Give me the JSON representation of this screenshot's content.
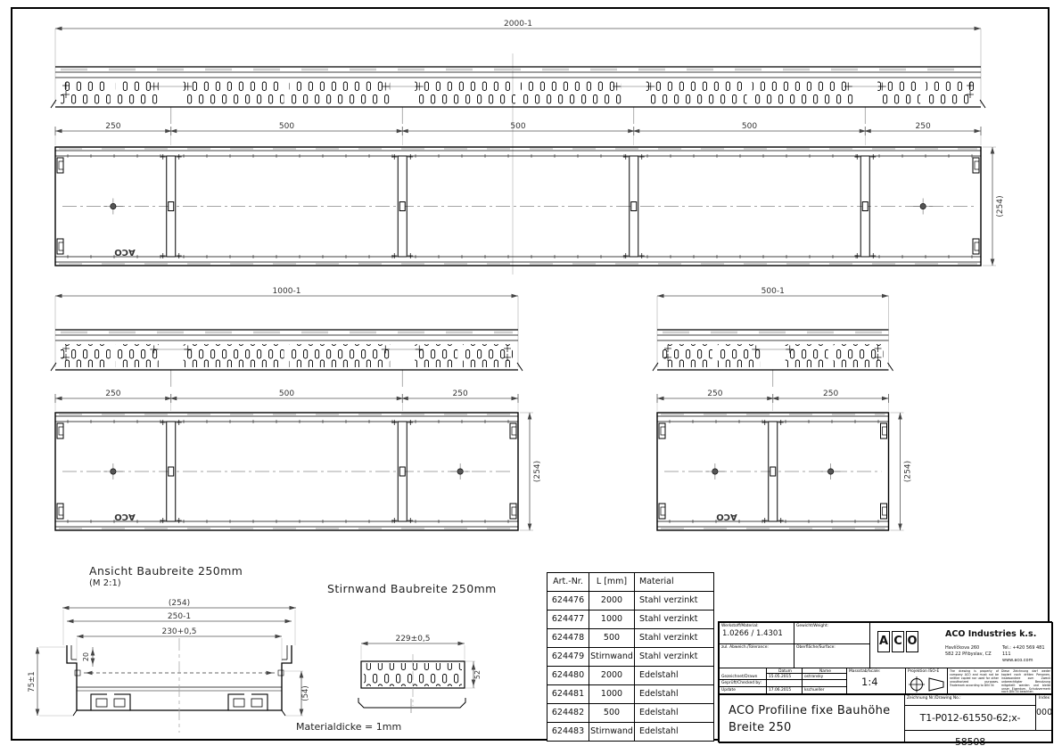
{
  "colors": {
    "line": "#000000",
    "dim": "#555555",
    "fold_mark": "#cccccc"
  },
  "views": [
    {
      "id": "top-2000",
      "type": "top",
      "length_label": "2000-1"
    },
    {
      "id": "plan-2000",
      "type": "plan",
      "segment_labels": [
        "250",
        "500",
        "500",
        "500",
        "250"
      ],
      "height_label": "(254)",
      "logo": "ACO"
    },
    {
      "id": "top-1000",
      "type": "top",
      "length_label": "1000-1"
    },
    {
      "id": "plan-1000",
      "type": "plan",
      "segment_labels": [
        "250",
        "500",
        "250"
      ],
      "height_label": "(254)",
      "logo": "ACO"
    },
    {
      "id": "top-500",
      "type": "top",
      "length_label": "500-1"
    },
    {
      "id": "plan-500",
      "type": "plan",
      "segment_labels": [
        "250",
        "250"
      ],
      "height_label": "(254)",
      "logo": "ACO"
    }
  ],
  "cross_section": {
    "title": "Ansicht Baubreite 250mm",
    "subtitle": "(M 2:1)",
    "dim_outer": "(254)",
    "dim_width": "250-1",
    "dim_inner": "230+0,5",
    "dim_height": "75±1",
    "dim_lip": "20",
    "dim_side": "(54)"
  },
  "stirnwand": {
    "title": "Stirnwand Baubreite 250mm",
    "dim_width": "229±0,5",
    "dim_height": "52",
    "note": "Materialdicke = 1mm"
  },
  "parts_table": {
    "headers": [
      "Art.-Nr.",
      "L [mm]",
      "Material"
    ],
    "rows": [
      [
        "624476",
        "2000",
        "Stahl verzinkt"
      ],
      [
        "624477",
        "1000",
        "Stahl verzinkt"
      ],
      [
        "624478",
        "500",
        "Stahl verzinkt"
      ],
      [
        "624479",
        "Stirnwand",
        "Stahl verzinkt"
      ],
      [
        "624480",
        "2000",
        "Edelstahl"
      ],
      [
        "624481",
        "1000",
        "Edelstahl"
      ],
      [
        "624482",
        "500",
        "Edelstahl"
      ],
      [
        "624483",
        "Stirnwand",
        "Edelstahl"
      ]
    ]
  },
  "title_block": {
    "material_label": "Werkstoff/Material:",
    "material_value": "1.0266 / 1.4301",
    "weight_label": "Gewicht/Weight:",
    "tolerance_label": "zul. Abweich./Tolerance:",
    "surface_label": "Oberfläche/Surface:",
    "datum_header": "Datum",
    "name_header": "Name",
    "drawn_label": "Gezeichnet/Drawn",
    "drawn_date": "15.05.2015",
    "drawn_name": "ostransky",
    "checked_label": "Geprüft/Checked by:",
    "update_label": "Update",
    "update_date": "17.06.2015",
    "update_name": "kschueller",
    "scale_label": "Massstab/Scale:",
    "scale_value": "1:4",
    "projection_label": "Projektion ISO-E",
    "company": {
      "logo": "ACO",
      "name": "ACO Industries k.s.",
      "address1": "Havlíčkova 260",
      "address2": "582 22 Přibyslav, CZ",
      "tel": "Tel.: +420 569 481 111",
      "web": "www.aco.com"
    },
    "legal_en": "The drawing is property of company ACO and must not be neither copied nor used for other unauthorized purposes. Trademark according to DIN 34",
    "legal_de": "Diese Zeichnung darf weder kopiert noch dritten Personen, insbesondere zum Zweck unberechtigter Benutzung mitgeteilt werden und bleibt unser Eigentum. Schutzvermerk nach DIN 34 beachten",
    "title_line1": "ACO Profiline fixe Bauhöhe",
    "title_line2": "Breite 250",
    "drawing_no_label": "Zeichnung Nr./Drawing No.:",
    "drawing_no": "T1-P012-61550-62;x-58508",
    "index_label": "Index",
    "index_value": "000"
  }
}
